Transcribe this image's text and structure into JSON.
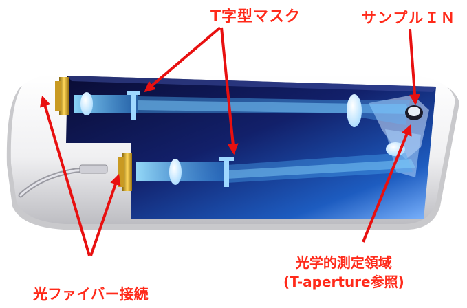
{
  "labels": {
    "t_mask": "T字型マスク",
    "sample_in": "サンプルＩＮ",
    "measurement_region_line1": "光学的測定領域",
    "measurement_region_line2": "(T-aperture参照)",
    "fiber_connection": "光ファイバー接続"
  },
  "colors": {
    "annotation": "#ff2a1a",
    "arrow": "#e81010",
    "device_body": "#f2f2f4",
    "device_shadow": "#c9c9cc",
    "cavity_dark": "#0d0f3c",
    "cavity_blue": "#1e6fd0",
    "beam": "#59c4ff",
    "connector_gold": "#e0b430"
  },
  "icons": [
    "lens-icon",
    "t-mask-icon",
    "fiber-cable-icon",
    "fiber-connector-icon",
    "sample-port-icon"
  ]
}
